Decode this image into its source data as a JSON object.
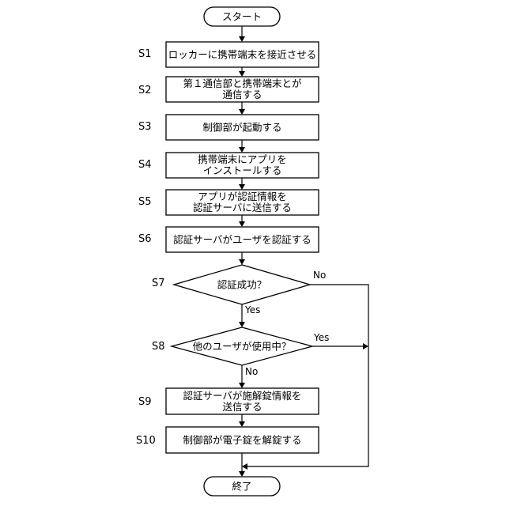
{
  "terminals": {
    "start": "スタート",
    "end": "終了"
  },
  "steps": [
    {
      "id": "S1",
      "lines": [
        "ロッカーに携帯端末を接近させる"
      ]
    },
    {
      "id": "S2",
      "lines": [
        "第１通信部と携帯端末とが",
        "通信する"
      ]
    },
    {
      "id": "S3",
      "lines": [
        "制御部が起動する"
      ]
    },
    {
      "id": "S4",
      "lines": [
        "携帯端末にアプリを",
        "インストールする"
      ]
    },
    {
      "id": "S5",
      "lines": [
        "アプリが認証情報を",
        "認証サーバに送信する"
      ]
    },
    {
      "id": "S6",
      "lines": [
        "認証サーバがユーザを認証する"
      ]
    },
    {
      "id": "S7",
      "lines": [
        "認証成功？"
      ]
    },
    {
      "id": "S8",
      "lines": [
        "他のユーザが使用中？"
      ]
    },
    {
      "id": "S9",
      "lines": [
        "認証サーバが施解錠情報を",
        "送信する"
      ]
    },
    {
      "id": "S10",
      "lines": [
        "制御部が電子錠を解錠する"
      ]
    }
  ],
  "branches": {
    "s7_yes": "Yes",
    "s7_no": "No",
    "s8_yes": "Yes",
    "s8_no": "No"
  }
}
